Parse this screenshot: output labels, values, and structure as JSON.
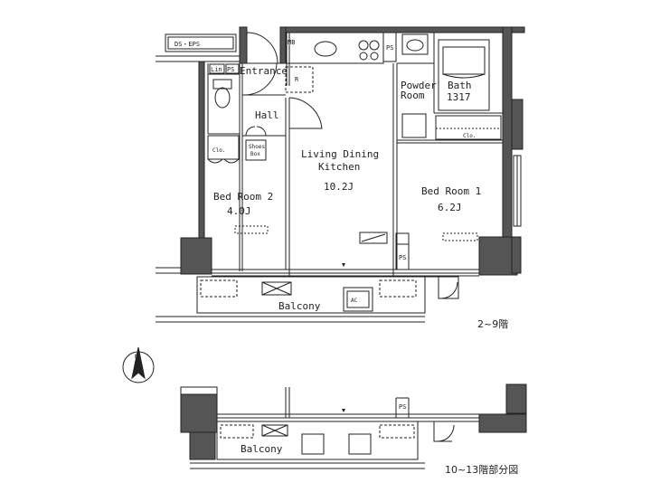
{
  "plan": {
    "upper_floor_caption": "2~9階",
    "lower_floor_caption": "10~13階部分図",
    "north_mark": "N"
  },
  "rooms": {
    "ldk": {
      "name_line1": "Living Dining",
      "name_line2": "Kitchen",
      "size": "10.2J"
    },
    "bedroom1": {
      "name": "Bed Room 1",
      "size": "6.2J"
    },
    "bedroom2": {
      "name": "Bed Room 2",
      "size": "4.0J"
    },
    "entrance": "Entrance",
    "hall": "Hall",
    "powder_line1": "Powder",
    "powder_line2": "Room",
    "bath_name": "Bath",
    "bath_size": "1317",
    "balcony": "Balcony",
    "balcony_lower": "Balcony"
  },
  "labels": {
    "ds_eps": "DS・EPS",
    "mb": "MB",
    "ps": "PS",
    "lin": "Lin",
    "clo": "Clo.",
    "shoes": "Shoes",
    "box": "Box",
    "r": "R",
    "ac": "AC"
  }
}
